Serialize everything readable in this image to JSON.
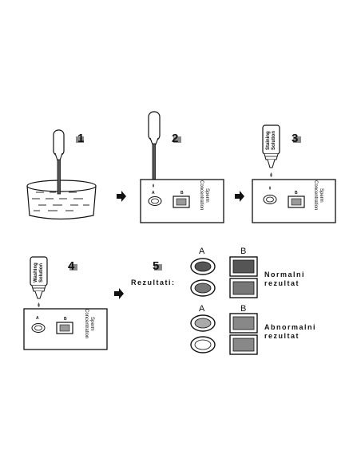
{
  "steps": [
    {
      "number": "1"
    },
    {
      "number": "2",
      "window_a": "A",
      "window_b": "B",
      "card_label_1": "Sperm",
      "card_label_2": "Concentration"
    },
    {
      "number": "3",
      "bottle_1": "Staining",
      "bottle_2": "Solution",
      "window_b": "B",
      "card_label_1": "Sperm",
      "card_label_2": "Concentration"
    },
    {
      "number": "4",
      "bottle_1": "Washing",
      "bottle_2": "Solution",
      "window_a": "A",
      "window_b": "B",
      "card_label_1": "Sperm",
      "card_label_2": "Concentration"
    },
    {
      "number": "5"
    }
  ],
  "results": {
    "label": "Rezultati:",
    "normal": {
      "col_a": "A",
      "col_b": "B",
      "label_1": "Normalni",
      "label_2": "rezultat"
    },
    "abnormal": {
      "col_a": "A",
      "col_b": "B",
      "label_1": "Abnormalni",
      "label_2": "rezultat"
    }
  },
  "colors": {
    "ink": "#111111",
    "fill_dark": "#555555",
    "fill_mid": "#999999",
    "badge": "#8a8a8a"
  }
}
